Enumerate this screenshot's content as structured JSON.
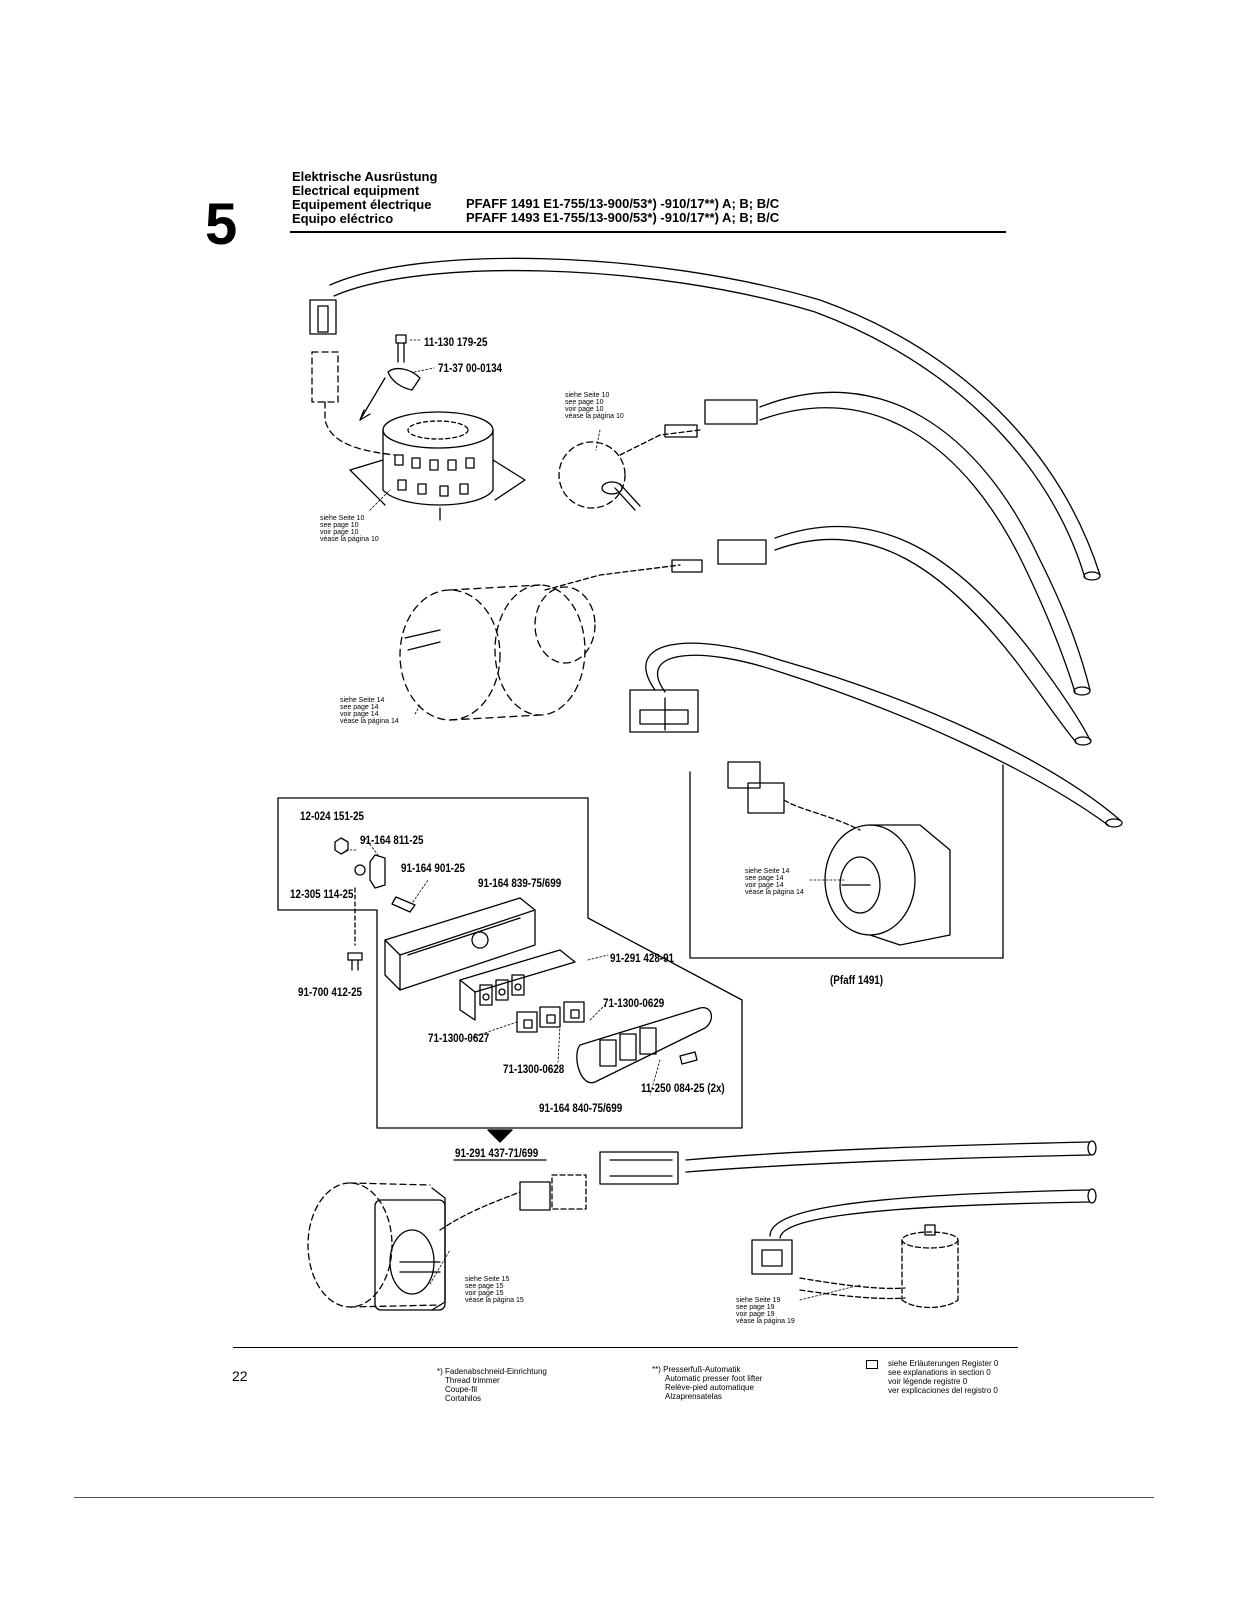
{
  "section_number": "5",
  "titles": [
    "Elektrische Ausrüstung",
    "Electrical equipment",
    "Equipement électrique",
    "Equipo eléctrico"
  ],
  "models": [
    "PFAFF 1491 E1-755/13-900/53*) -910/17**) A; B; B/C",
    "PFAFF 1493 E1-755/13-900/53*) -910/17**) A; B; B/C"
  ],
  "part_numbers": {
    "screw_top": "11-130 179-25",
    "clamp_top": "71-37 00-0134",
    "nut": "12-024 151-25",
    "lug": "91-164 811-25",
    "washer": "12-305 114-25",
    "spacer": "91-164 901-25",
    "housing": "91-164 839-75/699",
    "screw_left": "91-700 412-25",
    "pcb": "91-291 428-91",
    "key_629": "71-1300-0629",
    "key_627": "71-1300-0627",
    "key_628": "71-1300-0628",
    "screw_2x": "11-250 084-25 (2x)",
    "cover_plate": "91-164 840-75/699",
    "assembly": "91-291 437-71/699"
  },
  "inset_caption": "(Pfaff 1491)",
  "refs": {
    "page10_a": [
      "siehe Seite 10",
      "see page 10",
      "voir page 10",
      "véase la página 10"
    ],
    "page10_b": [
      "siehe Seite 10",
      "see page 10",
      "voir page 10",
      "véase la página 10"
    ],
    "page14_a": [
      "siehe Seite 14",
      "see page 14",
      "voir page 14",
      "véase la página 14"
    ],
    "page14_b": [
      "siehe Seite 14",
      "see page 14",
      "voir page 14",
      "véase la página 14"
    ],
    "page15": [
      "siehe Seite 15",
      "see page 15",
      "voir page 15",
      "véase la página 15"
    ],
    "page19": [
      "siehe Seite 19",
      "see page 19",
      "voir page 19",
      "véase la página 19"
    ]
  },
  "page_number": "22",
  "footnotes": {
    "thread_trimmer": [
      "*) Fadenabschneid-Einrichtung",
      "Thread trimmer",
      "Coupe-fil",
      "Cortahilos"
    ],
    "presser_foot": [
      "**) Presserfuß-Automatik",
      "Automatic presser foot lifter",
      "Relève-pied automatique",
      "Alzaprensatelas"
    ],
    "register": [
      "siehe Erläuterungen Register 0",
      "see explanations in section 0",
      "voir légende registre 0",
      "ver explicaciones del registro 0"
    ]
  }
}
